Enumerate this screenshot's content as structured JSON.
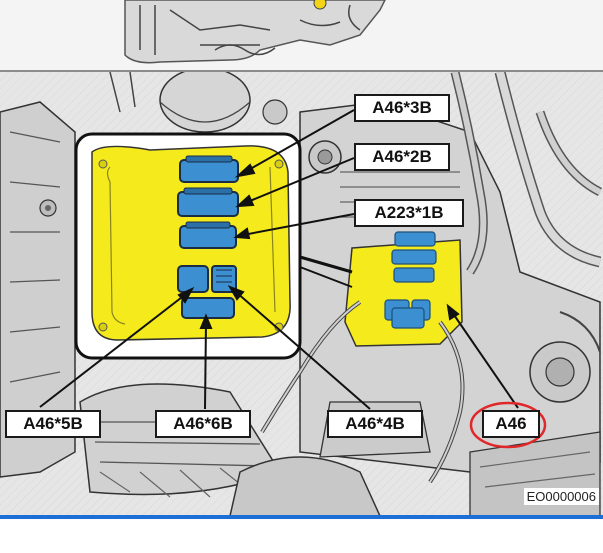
{
  "labels": {
    "a46_3b": "A46*3B",
    "a46_2b": "A46*2B",
    "a223_1b": "A223*1B",
    "a46_5b": "A46*5B",
    "a46_6b": "A46*6B",
    "a46_4b": "A46*4B",
    "a46": "A46"
  },
  "figure_code": "EO0000006",
  "colors": {
    "ecu_yellow": "#f4ea1c",
    "connector_blue": "#3c8fd0",
    "highlight_circle": "#e0282a",
    "accent_line": "#1c6fd6"
  }
}
